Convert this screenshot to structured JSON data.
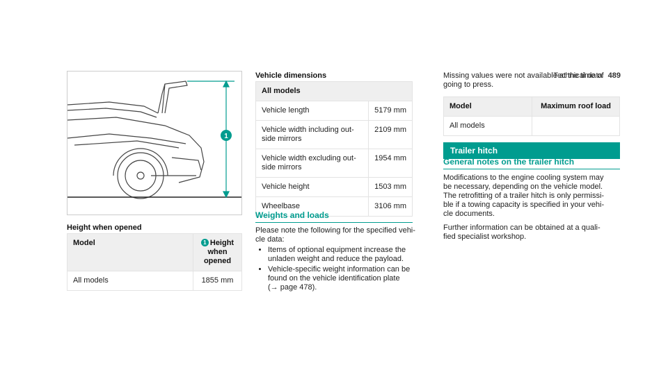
{
  "header": {
    "section": "Technical data",
    "page": "489"
  },
  "figure": {
    "callout": "1"
  },
  "height_table": {
    "caption": "Height when opened",
    "col_model": "Model",
    "col_badge": "1",
    "col_height_l1": "Height",
    "col_height_l2": "when",
    "col_height_l3": "opened",
    "row_model": "All models",
    "row_value": "1855 mm"
  },
  "dimensions": {
    "caption": "Vehicle dimensions",
    "header": "All models",
    "rows": [
      {
        "label_l1": "Vehicle length",
        "label_l2": "",
        "value": "5179 mm"
      },
      {
        "label_l1": "Vehicle width including out-",
        "label_l2": "side mirrors",
        "value": "2109 mm"
      },
      {
        "label_l1": "Vehicle width excluding out-",
        "label_l2": "side mirrors",
        "value": "1954 mm"
      },
      {
        "label_l1": "Vehicle height",
        "label_l2": "",
        "value": "1503 mm"
      },
      {
        "label_l1": "Wheelbase",
        "label_l2": "",
        "value": "3106 mm"
      }
    ]
  },
  "weights": {
    "title": "Weights and loads",
    "intro_l1": "Please note the following for the specified vehi-",
    "intro_l2": "cle data:",
    "bullet1_l1": "Items of optional equipment increase the",
    "bullet1_l2": "unladen weight and reduce the payload.",
    "bullet2_l1": "Vehicle-specific weight information can be",
    "bullet2_l2": "found on the vehicle identification plate",
    "bullet2_l3": "(→ page 478)."
  },
  "missing": {
    "l1": "Missing values were not available at the time of",
    "l2": "going to press."
  },
  "roof_table": {
    "col_model": "Model",
    "col_load": "Maximum roof load",
    "row_model": "All models",
    "row_value": ""
  },
  "trailer": {
    "band": "Trailer hitch",
    "subtitle": "General notes on the trailer hitch",
    "p1_l1": "Modifications to the engine cooling system may",
    "p1_l2": "be necessary, depending on the vehicle model.",
    "p1_l3": "The retrofitting of a trailer hitch is only permissi-",
    "p1_l4": "ble if a towing capacity is specified in your vehi-",
    "p1_l5": "cle documents.",
    "p2_l1": "Further information can be obtained at a quali-",
    "p2_l2": "fied specialist workshop."
  }
}
